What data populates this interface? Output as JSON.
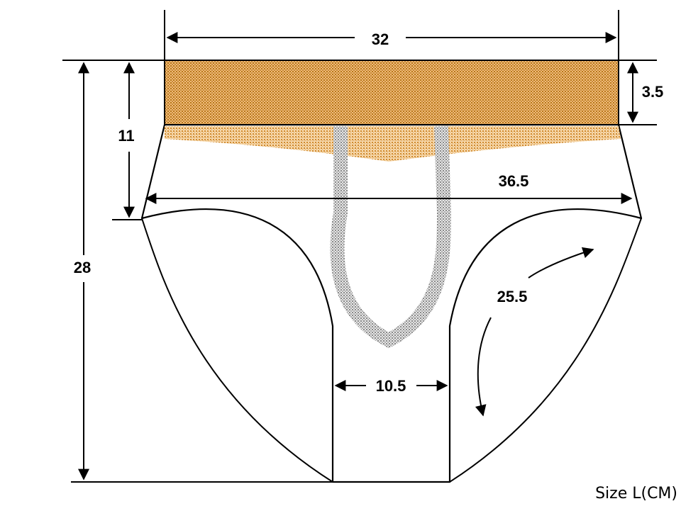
{
  "dimensions": {
    "waist_top_width": "32",
    "waistband_height": "3.5",
    "rise_height": "11",
    "total_height": "28",
    "hip_width": "36.5",
    "leg_opening": "25.5",
    "crotch_width": "10.5"
  },
  "size_note": "Size L(CM)",
  "colors": {
    "waistband": "#e3a349",
    "waistband_dot": "#b8741a",
    "pouch_seam": "#9a9a9a",
    "outline": "#000000",
    "background": "#ffffff"
  }
}
